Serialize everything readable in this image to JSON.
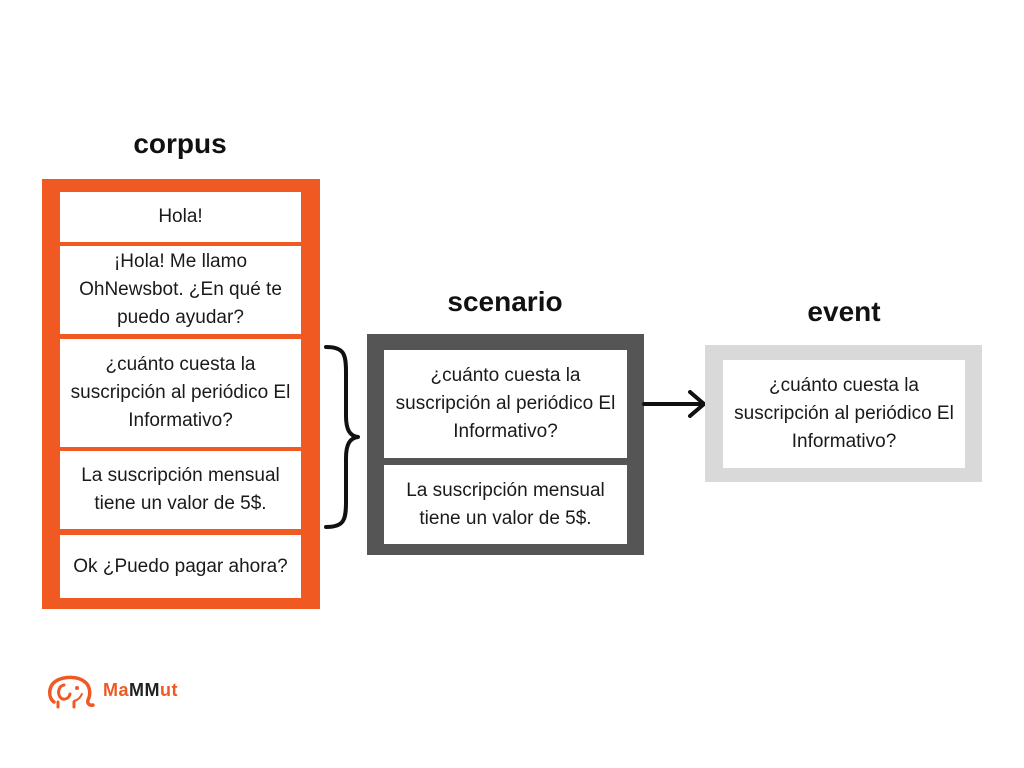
{
  "colors": {
    "corpus": "#f05a22",
    "scenario": "#555555",
    "event": "#d9d9d9",
    "brand": "#f05a22"
  },
  "corpus": {
    "title": "corpus",
    "messages": [
      "Hola!",
      "¡Hola! Me llamo OhNewsbot. ¿En qué te puedo ayudar?",
      "¿cuánto cuesta la suscripción al periódico El Informativo?",
      "La suscripción mensual tiene un valor de 5$.",
      "Ok ¿Puedo pagar ahora?"
    ]
  },
  "scenario": {
    "title": "scenario",
    "messages": [
      "¿cuánto cuesta la suscripción al periódico El Informativo?",
      "La suscripción mensual tiene un valor de 5$."
    ]
  },
  "event": {
    "title": "event",
    "messages": [
      "¿cuánto cuesta la suscripción al periódico El Informativo?"
    ]
  },
  "logo": {
    "text": "MaMMut",
    "icon": "elephant-icon"
  }
}
